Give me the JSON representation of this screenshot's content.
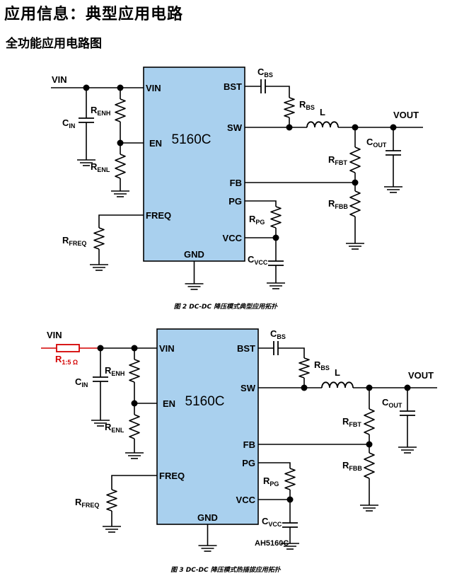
{
  "header": {
    "title": "应用信息：典型应用电路",
    "subtitle": "全功能应用电路图"
  },
  "colors": {
    "chip_fill": "#a9d0ee",
    "wire": "#000000",
    "highlight": "#d40000"
  },
  "fig1": {
    "caption": "图 2 DC-DC 降压模式典型应用拓扑",
    "chip_label": "5160C",
    "pins": {
      "vin": "VIN",
      "en": "EN",
      "freq": "FREQ",
      "gnd": "GND",
      "bst": "BST",
      "sw": "SW",
      "fb": "FB",
      "pg": "PG",
      "vcc": "VCC"
    },
    "labels": {
      "vin": "VIN",
      "vout": "VOUT",
      "l": "L"
    },
    "components": {
      "cin": {
        "main": "C",
        "sub": "IN"
      },
      "renh": {
        "main": "R",
        "sub": "ENH"
      },
      "renl": {
        "main": "R",
        "sub": "ENL"
      },
      "rfreq": {
        "main": "R",
        "sub": "FREQ"
      },
      "cbs": {
        "main": "C",
        "sub": "BS"
      },
      "rbs": {
        "main": "R",
        "sub": "BS"
      },
      "cout": {
        "main": "C",
        "sub": "OUT"
      },
      "rfbt": {
        "main": "R",
        "sub": "FBT"
      },
      "rfbb": {
        "main": "R",
        "sub": "FBB"
      },
      "rpg": {
        "main": "R",
        "sub": "PG"
      },
      "cvcc": {
        "main": "C",
        "sub": "VCC"
      }
    }
  },
  "fig2": {
    "caption": "图 3 DC-DC 降压模式热插拔应用拓扑",
    "chip_label": "5160C",
    "part_label": "AH5160C",
    "pins": {
      "vin": "VIN",
      "en": "EN",
      "freq": "FREQ",
      "gnd": "GND",
      "bst": "BST",
      "sw": "SW",
      "fb": "FB",
      "pg": "PG",
      "vcc": "VCC"
    },
    "labels": {
      "vin": "VIN",
      "vout": "VOUT",
      "l": "L"
    },
    "components": {
      "r1": {
        "main": "R",
        "sub": "1:5 Ω"
      },
      "cin": {
        "main": "C",
        "sub": "IN"
      },
      "renh": {
        "main": "R",
        "sub": "ENH"
      },
      "renl": {
        "main": "R",
        "sub": "ENL"
      },
      "rfreq": {
        "main": "R",
        "sub": "FREQ"
      },
      "cbs": {
        "main": "C",
        "sub": "BS"
      },
      "rbs": {
        "main": "R",
        "sub": "BS"
      },
      "cout": {
        "main": "C",
        "sub": "OUT"
      },
      "rfbt": {
        "main": "R",
        "sub": "FBT"
      },
      "rfbb": {
        "main": "R",
        "sub": "FBB"
      },
      "rpg": {
        "main": "R",
        "sub": "PG"
      },
      "cvcc": {
        "main": "C",
        "sub": "VCC"
      }
    }
  }
}
